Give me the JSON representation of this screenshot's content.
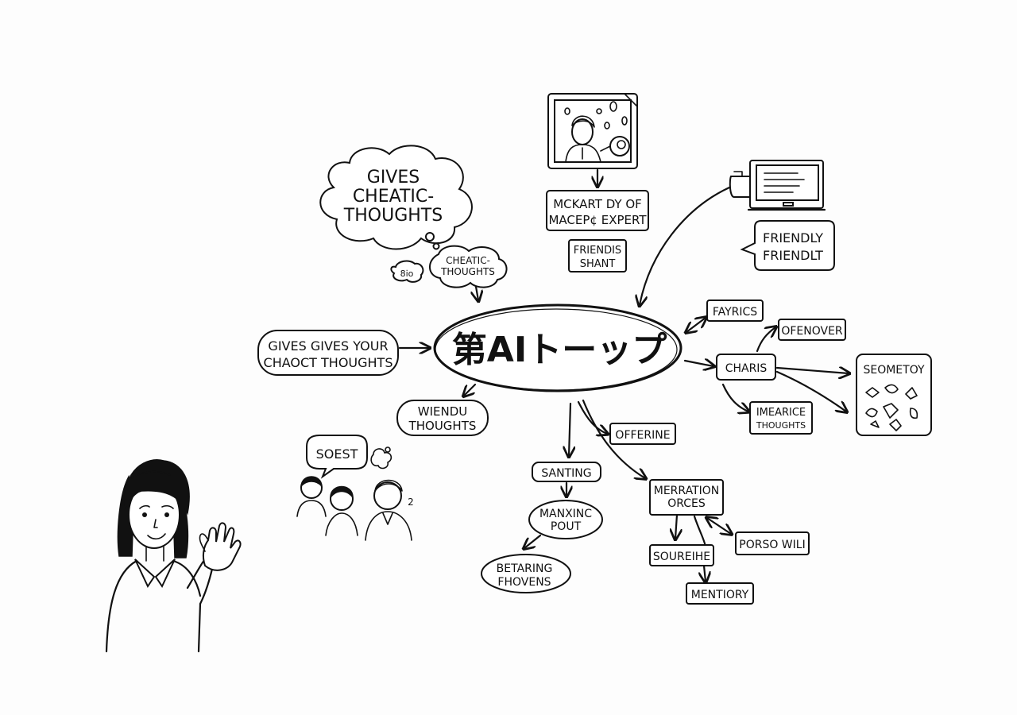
{
  "center": {
    "label": "第AIトーップ"
  },
  "cloud_main": {
    "lines": [
      "GIVES",
      "CHEATIC-",
      "THOUGHTS"
    ]
  },
  "cloud_small": {
    "lines": [
      "CHEATIC-",
      "THOUGHTS"
    ]
  },
  "tiny_bubble": {
    "label": "8іо"
  },
  "left_box": {
    "lines": [
      "GIVES GIVES YOUR",
      "CHAOCT THOUGHTS"
    ]
  },
  "top_box": {
    "lines": [
      "MCKART DY OF",
      "MACEP¢ EXPERT"
    ]
  },
  "friends_box": {
    "lines": [
      "FRIENDIS",
      "SHANT"
    ]
  },
  "friendly_bubble": {
    "lines": [
      "FRIENDLY",
      "FRIENDLT"
    ]
  },
  "wiendu": {
    "lines": [
      "WIENDU",
      "THOUGHTS"
    ]
  },
  "soest": {
    "label": "SOEST"
  },
  "fayrics": {
    "label": "FAYRICS"
  },
  "ofenover": {
    "label": "OFENOVER"
  },
  "charis": {
    "label": "CHARIS"
  },
  "imearice": {
    "lines": [
      "IMEARICE",
      "THOUGHTS"
    ]
  },
  "seometoy": {
    "label": "SEOMETOY"
  },
  "offerine": {
    "label": "OFFERINE"
  },
  "santing": {
    "label": "SANTING"
  },
  "manxinc": {
    "lines": [
      "MANXINC",
      "POUT"
    ]
  },
  "betaring": {
    "lines": [
      "BETARING",
      "FHOVENS"
    ]
  },
  "merration": {
    "lines": [
      "MERRATION",
      "ORCES"
    ]
  },
  "porso": {
    "label": "PORSO WILI"
  },
  "soureihe": {
    "label": "SOUREIHE"
  },
  "mentiory": {
    "label": "MENTIORY"
  }
}
